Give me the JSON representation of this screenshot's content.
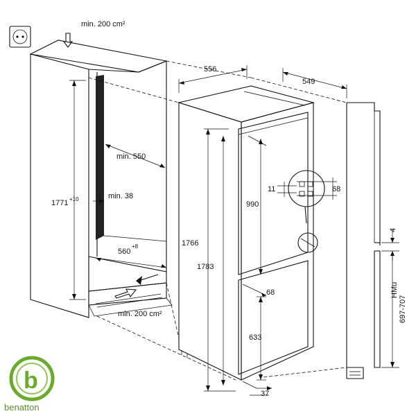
{
  "labels": {
    "vent_top": "min. 200 cm²",
    "vent_bottom": "min. 200 cm²",
    "niche_height": "1771",
    "niche_height_tol": "+10",
    "niche_depth": "min. 550",
    "rear_gap": "min. 38",
    "niche_width": "560",
    "niche_width_tol": "+8",
    "appliance_width": "556",
    "appliance_depth": "549",
    "appliance_height": "1766",
    "appliance_total_height": "1783",
    "upper_door": "990",
    "hinge_a": "11",
    "hinge_b": "68",
    "lower_offset": "68",
    "lower_door": "633",
    "bottom_offset": "37",
    "door_gap": "4",
    "furniture_door_label": "HMu",
    "furniture_door_range": "697-707"
  },
  "logo": {
    "brand_text": "benatton",
    "brand_color": "#6bab2c"
  }
}
